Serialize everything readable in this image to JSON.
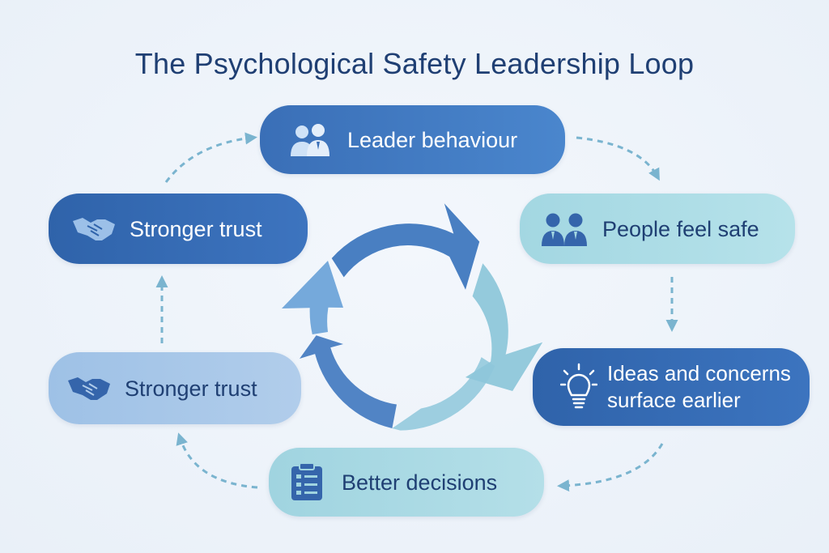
{
  "title": "The Psychological Safety Leadership Loop",
  "nodes": {
    "leader_behaviour": {
      "label": "Leader behaviour",
      "icon": "people-icon"
    },
    "people_feel_safe": {
      "label": "People feel safe",
      "icon": "people-icon"
    },
    "ideas_surface": {
      "label_line1": "Ideas and concerns",
      "label_line2": "surface earlier",
      "icon": "lightbulb-icon"
    },
    "better_decisions": {
      "label": "Better decisions",
      "icon": "checklist-icon"
    },
    "stronger_trust_lower": {
      "label": "Stronger trust",
      "icon": "handshake-icon"
    },
    "stronger_trust_upper": {
      "label": "Stronger trust",
      "icon": "handshake-icon"
    }
  },
  "colors": {
    "title": "#1f3f73",
    "dark_node": "#3a6fb7",
    "light_node": "#a3d7e2",
    "connector": "#7ab4cf",
    "cycle_dark": "#3f78bf",
    "cycle_light": "#8ec7da"
  }
}
